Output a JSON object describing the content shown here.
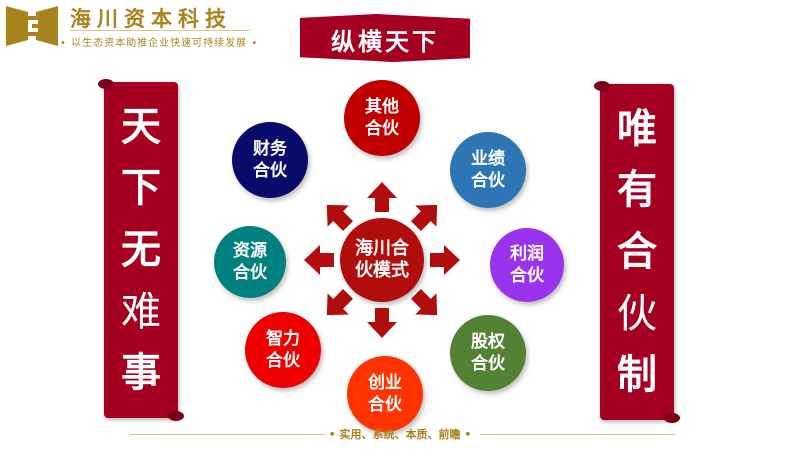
{
  "header": {
    "company": "海川资本科技",
    "slogan": "• 以生态资本助推企业快速可持续发展 •"
  },
  "ribbon": {
    "title": "纵横天下"
  },
  "left_scroll": {
    "chars": [
      "天",
      "下",
      "无",
      "难",
      "事"
    ]
  },
  "right_scroll": {
    "chars": [
      "唯",
      "有",
      "合",
      "伙",
      "制"
    ]
  },
  "diagram": {
    "center": {
      "label": "海川合\n伙模式",
      "color": "#b20d0d"
    },
    "nodes": [
      {
        "label": "其他\n合伙",
        "color": "#c00000"
      },
      {
        "label": "业绩\n合伙",
        "color": "#2e75b6"
      },
      {
        "label": "利润\n合伙",
        "color": "#9933ee"
      },
      {
        "label": "股权\n合伙",
        "color": "#548235"
      },
      {
        "label": "创业\n合伙",
        "color": "#ff3300"
      },
      {
        "label": "智力\n合伙",
        "color": "#ee0000"
      },
      {
        "label": "资源\n合伙",
        "color": "#00807f"
      },
      {
        "label": "财务\n合伙",
        "color": "#0a0a6b"
      }
    ],
    "arrow_color": "#b20d0d"
  },
  "footer": {
    "text": "• 实用、系统、本质、前瞻 •"
  },
  "colors": {
    "gold": "#a8841e",
    "crimson": "#a50021"
  }
}
